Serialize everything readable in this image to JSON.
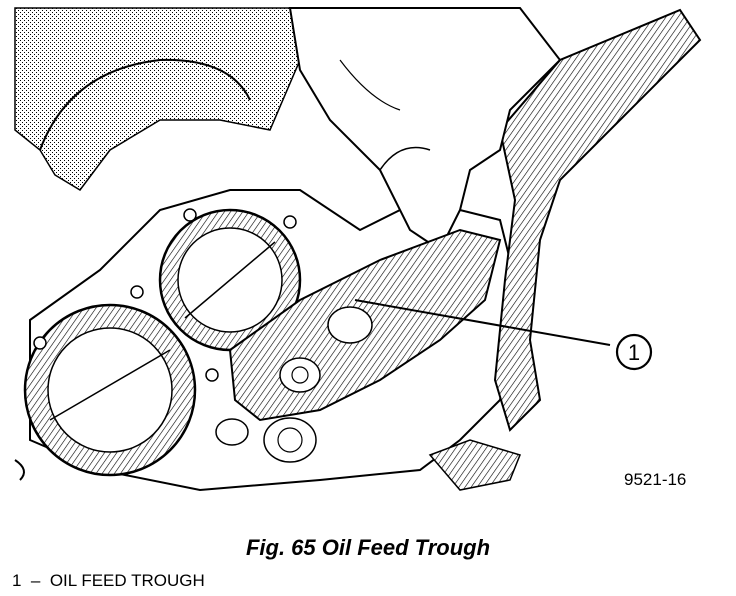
{
  "illustration": {
    "callout_number": "1",
    "figure_code": "9521-16"
  },
  "caption": "Fig. 65 Oil Feed Trough",
  "legend": [
    {
      "number": "1",
      "text": "OIL FEED TROUGH"
    }
  ]
}
